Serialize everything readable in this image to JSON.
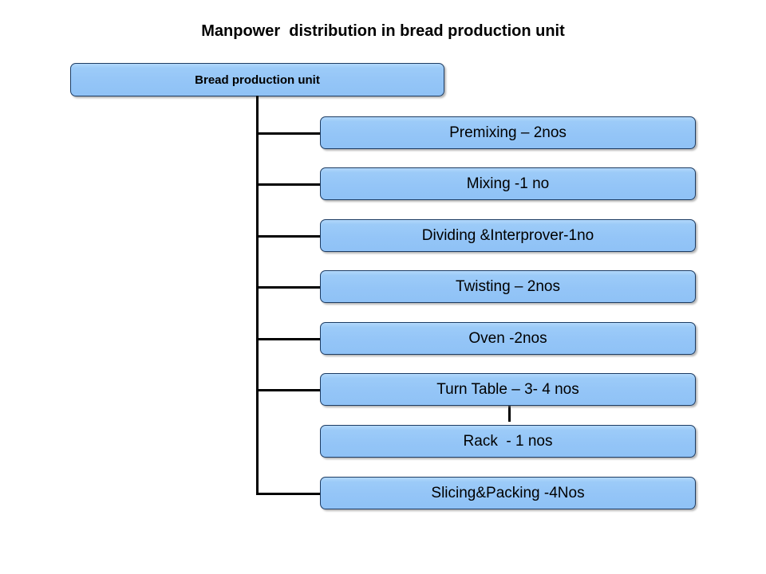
{
  "diagram": {
    "title": "Manpower  distribution in bread production unit",
    "type": "org-tree",
    "accent_fill": "#94C5F7",
    "border_color": "#1D3C63",
    "line_color": "#000000",
    "background": "#FFFFFF",
    "root": {
      "label": "Bread production unit"
    },
    "children": [
      {
        "label": "Premixing – 2nos"
      },
      {
        "label": "Mixing -1 no"
      },
      {
        "label": "Dividing &Interprover-1no"
      },
      {
        "label": "Twisting – 2nos"
      },
      {
        "label": "Oven -2nos"
      },
      {
        "label": "Turn Table – 3- 4 nos"
      },
      {
        "label": "Rack  - 1 nos"
      },
      {
        "label": "Slicing&Packing -4Nos"
      }
    ]
  }
}
